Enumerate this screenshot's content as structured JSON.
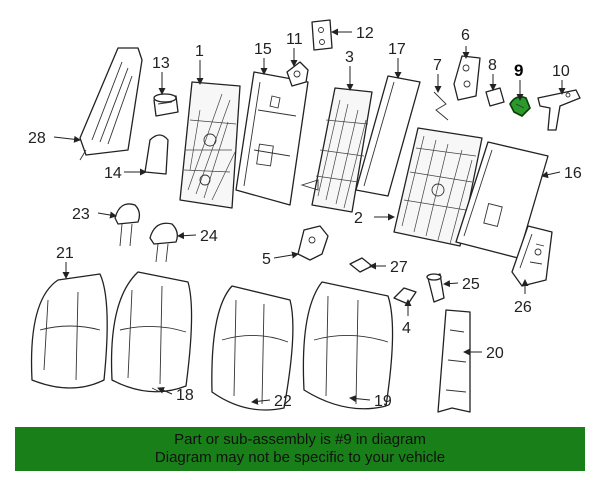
{
  "diagram": {
    "callouts": {
      "c1": "1",
      "c2": "2",
      "c3": "3",
      "c4": "4",
      "c5": "5",
      "c6": "6",
      "c7": "7",
      "c8": "8",
      "c9": "9",
      "c10": "10",
      "c11": "11",
      "c12": "12",
      "c13": "13",
      "c14": "14",
      "c15": "15",
      "c16": "16",
      "c17": "17",
      "c18": "18",
      "c19": "19",
      "c20": "20",
      "c21": "21",
      "c22": "22",
      "c23": "23",
      "c24": "24",
      "c25": "25",
      "c26": "26",
      "c27": "27",
      "c28": "28"
    },
    "highlighted_part": "9",
    "highlight_color": "#2a9a2a"
  },
  "footer": {
    "line1": "Part or sub-assembly is #9 in diagram",
    "line2": "Diagram may not be specific to your vehicle",
    "background": "#198019"
  }
}
